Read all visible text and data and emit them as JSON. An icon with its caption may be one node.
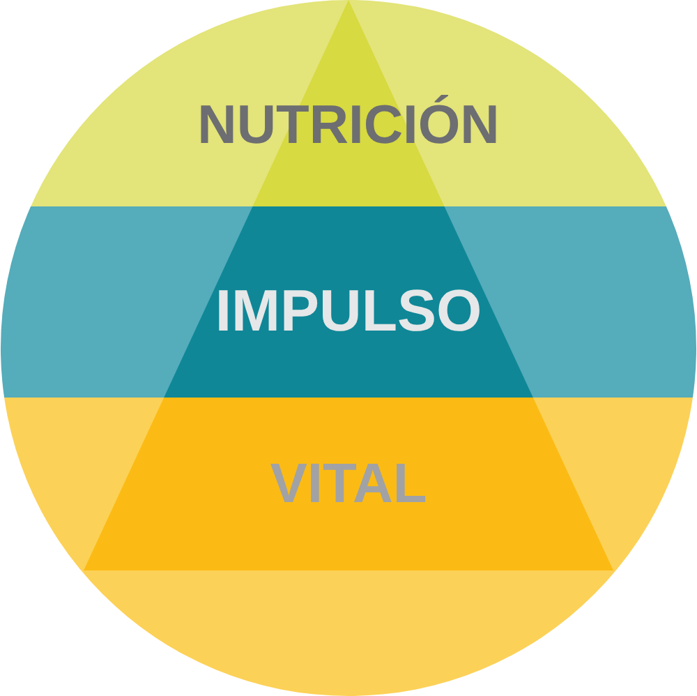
{
  "diagram": {
    "nodes": [
      {
        "text": [
          "NUTRICIÓN"
        ]
      },
      {
        "text": [
          "IMPULSO"
        ]
      },
      {
        "text": [
          "VITAL"
        ]
      }
    ]
  }
}
